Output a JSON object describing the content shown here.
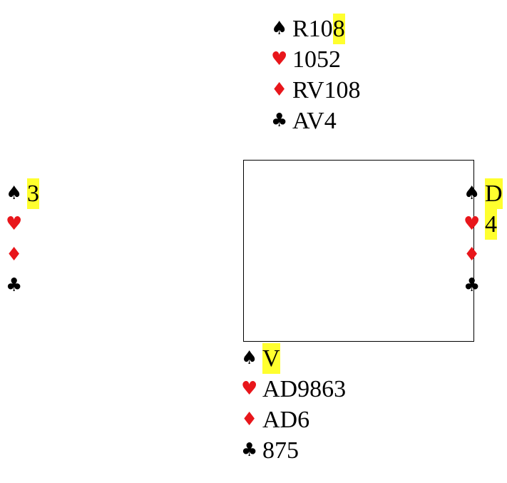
{
  "colors": {
    "red_suit": "#e8161b",
    "black_suit": "#000000",
    "highlight": "#ffff2e"
  },
  "suits": {
    "spades": "♠",
    "hearts": "♥",
    "diamonds": "♦",
    "clubs": "♣"
  },
  "north": {
    "spades_main": "R10",
    "spades_hl": "8",
    "hearts": "1052",
    "diamonds": "RV108",
    "clubs": "AV4"
  },
  "west": {
    "spades_hl": "3",
    "hearts": "",
    "diamonds": "",
    "clubs": ""
  },
  "east": {
    "spades_hl": "D",
    "hearts_hl": "4",
    "diamonds": "",
    "clubs": ""
  },
  "south": {
    "spades_hl": "V",
    "hearts": "AD9863",
    "diamonds": "AD6",
    "clubs": "875"
  }
}
